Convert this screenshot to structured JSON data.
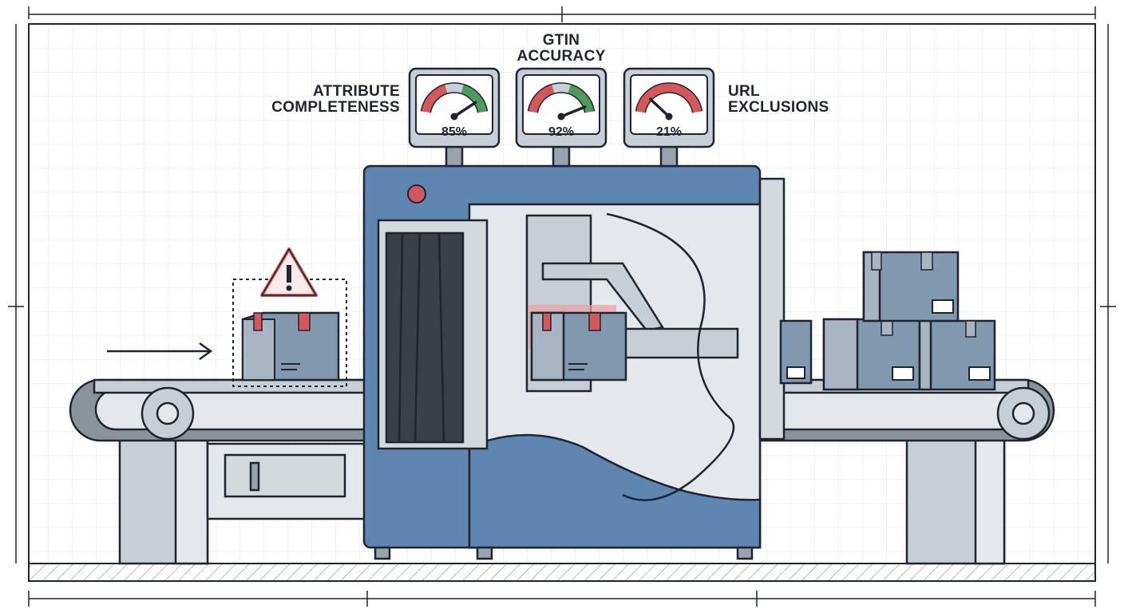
{
  "gauges": [
    {
      "id": "attribute-completeness",
      "label_lines": [
        "ATTRIBUTE",
        "COMPLETENESS"
      ],
      "value_text": "85%",
      "value": 0.85,
      "needle": 0.85,
      "scale": "red-to-green"
    },
    {
      "id": "gtin-accuracy",
      "label_lines": [
        "GTIN",
        "ACCURACY"
      ],
      "value_text": "92%",
      "value": 0.92,
      "needle": 0.92,
      "scale": "red-to-green"
    },
    {
      "id": "url-exclusions",
      "label_lines": [
        "URL",
        "EXCLUSIONS"
      ],
      "value_text": "21%",
      "value": 0.21,
      "needle": 0.21,
      "scale": "red"
    }
  ],
  "colors": {
    "ink": "#1f2430",
    "machine_blue": "#5f86b0",
    "machine_blue_dark": "#3d5f86",
    "panel_gray": "#d4d9de",
    "light_gray": "#e4e8ec",
    "mid_gray": "#9aa3ad",
    "box_blue": "#8298ae",
    "warning_red": "#d4575a",
    "gauge_green": "#4f9a5a",
    "grid": "#dde3ea"
  },
  "icons": [
    "warning-triangle-icon",
    "direction-arrow-icon",
    "stop-button-icon",
    "gauge-icon"
  ]
}
